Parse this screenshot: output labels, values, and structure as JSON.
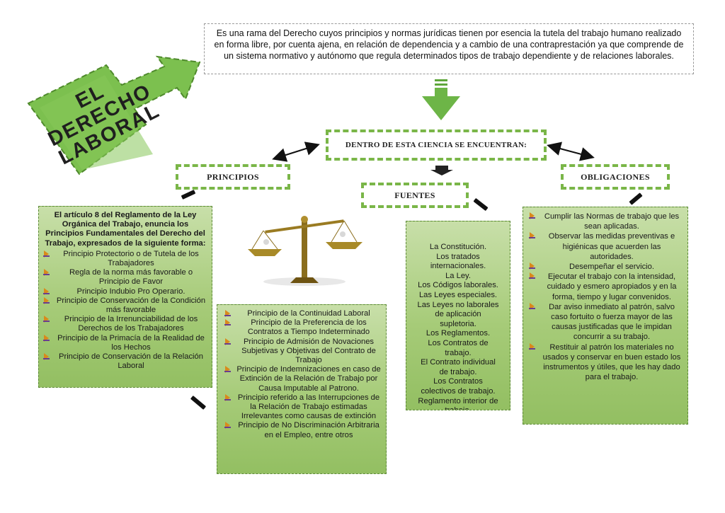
{
  "title": {
    "line1": "EL",
    "line2": "DERECHO",
    "line3": "LABORAL"
  },
  "definition": "Es una rama del Derecho cuyos principios y normas jurídicas tienen por esencia la tutela del trabajo humano realizado en forma libre, por cuenta ajena, en relación de dependencia y a cambio de una contraprestación ya que comprende de un sistema normativo y autónomo que regula determinados tipos de trabajo dependiente y de relaciones laborales.",
  "center_label": "DENTRO DE ESTA CIENCIA SE ENCUENTRAN:",
  "principios": {
    "label": "PRINCIPIOS",
    "intro": "El artículo 8 del Reglamento de la Ley Orgánica del Trabajo, enuncia los Principios Fundamentales del Derecho del Trabajo, expresados de la siguiente forma:",
    "items": [
      "Principio Protectorio o de Tutela de los Trabajadores",
      "Regla de la norma más favorable o Principio de Favor",
      "Principio Indubio Pro Operario.",
      "Principio de Conservación de la Condición más favorable",
      "Principio de la Irrenunciabilidad de los Derechos de los Trabajadores",
      "Principio de la Primacía de la Realidad de los Hechos",
      "Principio de Conservación de la Relación Laboral"
    ],
    "more_items": [
      "Principio de la Continuidad Laboral",
      "Principio de la Preferencia de los Contratos a Tiempo Indeterminado",
      "Principio de Admisión de Novaciones Subjetivas y Objetivas del Contrato de Trabajo",
      "Principio de Indemnizaciones en caso de Extinción de la Relación de Trabajo por Causa Imputable al Patrono.",
      "Principio referido a las Interrupciones de la Relación de Trabajo estimadas Irrelevantes como causas de extinción",
      "Principio de No Discriminación Arbitraria en el Empleo, entre otros"
    ]
  },
  "fuentes": {
    "label": "FUENTES",
    "lines": [
      "La Constitución.",
      "Los tratados",
      "internacionales.",
      "La Ley.",
      "Los Códigos laborales.",
      "Las Leyes especiales.",
      "Las Leyes no laborales",
      "de aplicación",
      "supletoria.",
      "Los Reglamentos.",
      "Los Contratos de",
      "trabajo.",
      "El Contrato individual",
      "de trabajo.",
      "Los Contratos",
      "colectivos de trabajo.",
      "Reglamento interior de",
      "trabajo."
    ]
  },
  "obligaciones": {
    "label": "OBLIGACIONES",
    "items": [
      "Cumplir las Normas de trabajo que les sean aplicadas.",
      "Observar las medidas preventivas e higiénicas que acuerden las autoridades.",
      "Desempeñar el servicio.",
      "Ejecutar el trabajo con la intensidad, cuidado y esmero apropiados y en la forma, tiempo y lugar convenidos.",
      "Dar aviso inmediato al patrón, salvo caso fortuito o fuerza mayor de las causas justificadas que le impidan concurrir a su trabajo.",
      "Restituir al patrón los materiales no usados y conservar en buen estado los instrumentos y útiles, que les hay dado para el trabajo."
    ]
  },
  "colors": {
    "accent_green": "#7ab648",
    "panel_green": "#a6cb78",
    "badge_green": "#7cc04f"
  }
}
